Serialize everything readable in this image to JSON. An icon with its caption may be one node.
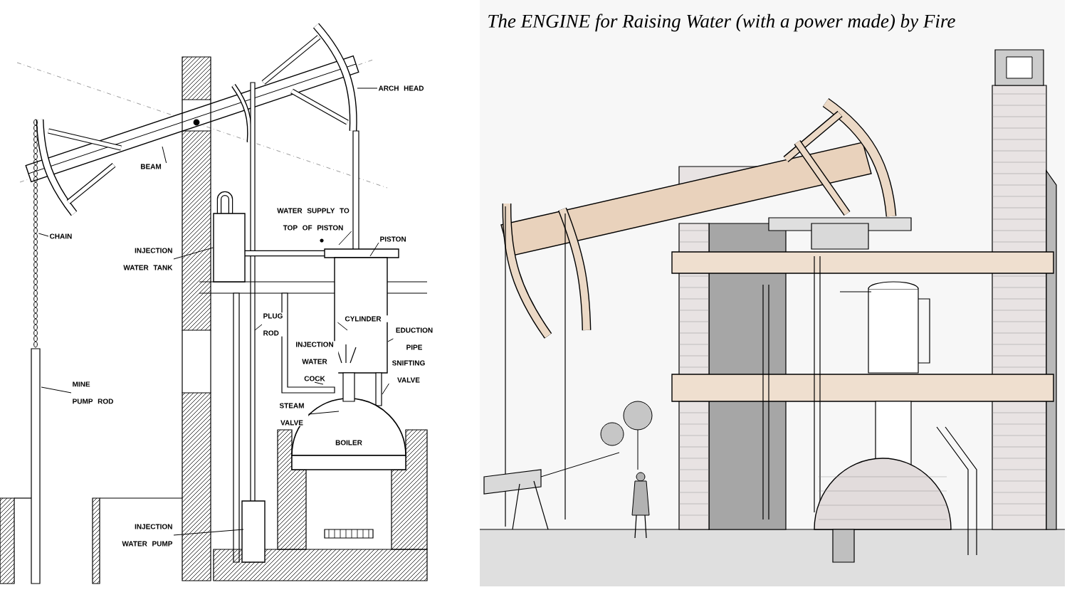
{
  "diagram": {
    "title": "The ENGINE for Raising Water (with a power made) by Fire",
    "nodes": [
      {
        "text": [
          "ARCH HEAD"
        ]
      },
      {
        "text": [
          "BEAM"
        ]
      },
      {
        "text": [
          "WATER SUPPLY TO TOP OF PISTON"
        ]
      },
      {
        "text": [
          "PISTON"
        ]
      },
      {
        "text": [
          "CHAIN"
        ]
      },
      {
        "text": [
          "INJECTION WATER TANK"
        ]
      },
      {
        "text": [
          "PLUG ROD"
        ]
      },
      {
        "text": [
          "CYLINDER"
        ]
      },
      {
        "text": [
          "EDUCTION PIPE"
        ]
      },
      {
        "text": [
          "INJECTION WATER COCK"
        ]
      },
      {
        "text": [
          "SNIFTING VALVE"
        ]
      },
      {
        "text": [
          "MINE PUMP ROD"
        ]
      },
      {
        "text": [
          "STEAM VALVE"
        ]
      },
      {
        "text": [
          "INJECTION WATER PUMP"
        ]
      },
      {
        "text": [],
        "shape": "chain"
      },
      {
        "text": [],
        "shape": "box"
      }
    ],
    "edges": [
      {
        "from": 0,
        "to": null,
        "arrow": "none"
      },
      {
        "from": 1,
        "to": null,
        "arrow": "none"
      },
      {
        "from": 2,
        "to": null,
        "arrow": "none"
      },
      {
        "from": 3,
        "to": null,
        "arrow": "none"
      },
      {
        "from": 4,
        "to": 14,
        "arrow": "none"
      },
      {
        "from": 5,
        "to": 15,
        "arrow": "none"
      },
      {
        "from": 6,
        "to": null,
        "arrow": "none"
      },
      {
        "from": 7,
        "to": null,
        "arrow": "none"
      },
      {
        "from": 8,
        "to": null,
        "arrow": "none"
      },
      {
        "from": 9,
        "to": null,
        "arrow": "none"
      },
      {
        "from": 10,
        "to": null,
        "arrow": "none"
      },
      {
        "from": 11,
        "to": null,
        "arrow": "none"
      },
      {
        "from": 12,
        "to": null,
        "arrow": "none"
      },
      {
        "from": 13,
        "to": null,
        "arrow": "none"
      }
    ],
    "labels": [
      "BOILER"
    ]
  }
}
